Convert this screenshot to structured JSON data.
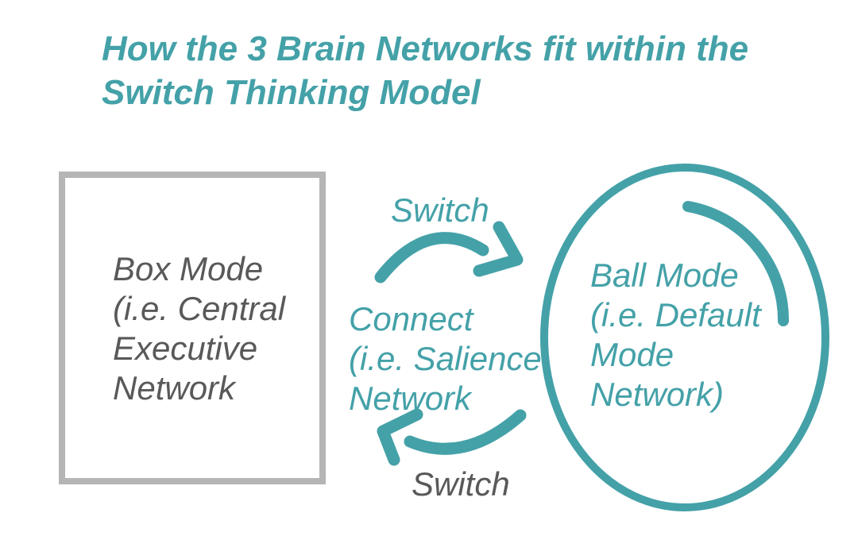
{
  "title": {
    "lines": [
      "How the 3 Brain Networks fit within the",
      "Switch Thinking Model"
    ]
  },
  "diagram": {
    "box_mode": {
      "lines": [
        "Box Mode",
        "(i.e. Central",
        "Executive",
        "Network"
      ]
    },
    "connect": {
      "lines": [
        "Connect",
        "(i.e. Salience",
        "Network"
      ]
    },
    "ball_mode": {
      "lines": [
        "Ball Mode",
        "(i.e. Default",
        "Mode",
        "Network)"
      ]
    },
    "switch_top": "Switch",
    "switch_bottom": "Switch"
  },
  "colors": {
    "teal": "#44a1a8",
    "box_border": "#b5b5b5",
    "dark_gray_text": "#595959"
  }
}
